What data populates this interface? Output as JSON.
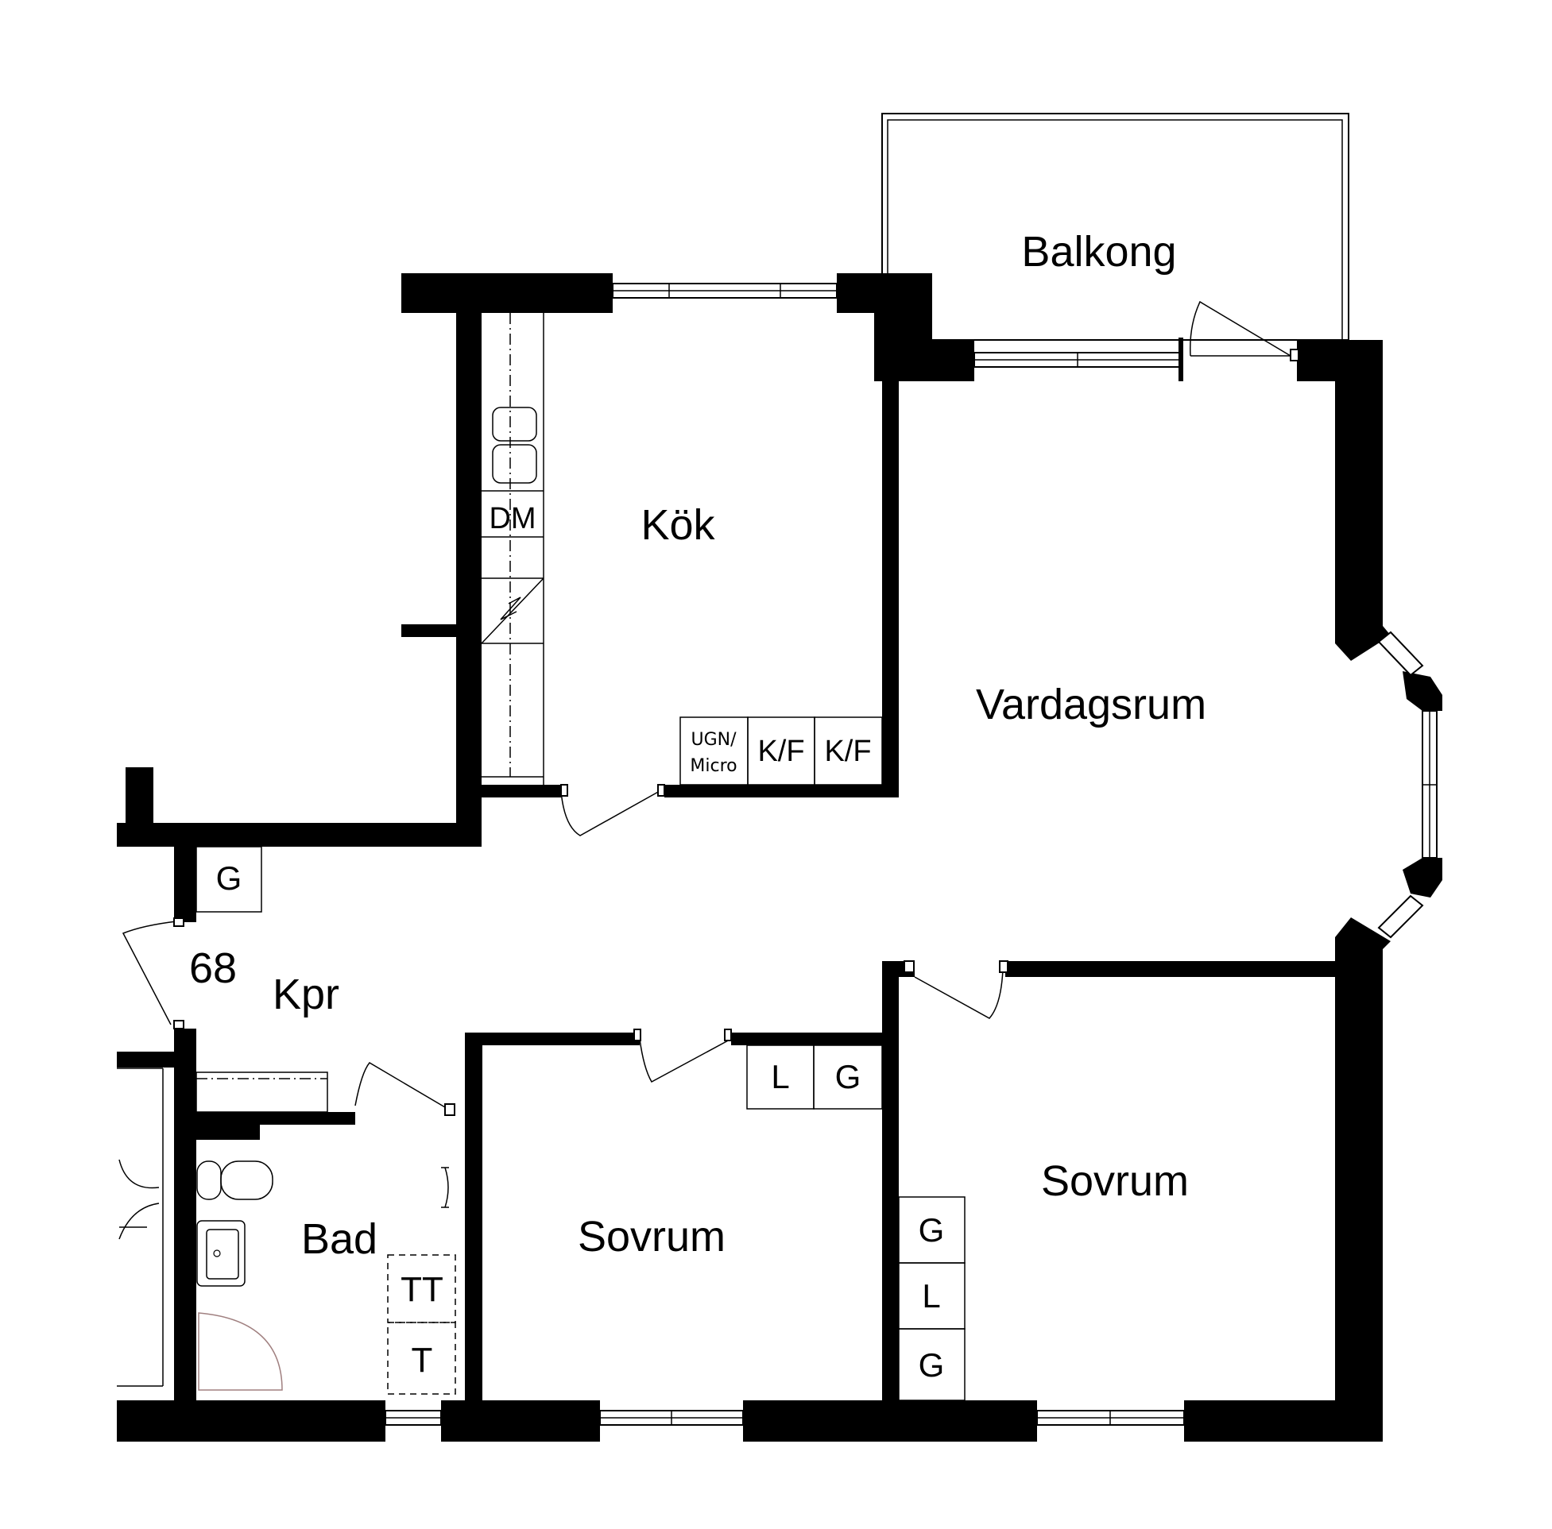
{
  "plan": {
    "apartment_number": "68",
    "rooms": {
      "balcony": "Balkong",
      "kitchen": "Kök",
      "living_room": "Vardagsrum",
      "hallway": "Kpr",
      "bathroom": "Bad",
      "bedroom_small": "Sovrum",
      "bedroom_large": "Sovrum"
    },
    "fixtures": {
      "dishwasher": "DM",
      "oven_micro_line1": "UGN/",
      "oven_micro_line2": "Micro",
      "fridge_freezer_1": "K/F",
      "fridge_freezer_2": "K/F",
      "hall_wardrobe": "G",
      "bedroom_small_linen": "L",
      "bedroom_small_wardrobe": "G",
      "bedroom_large_wardrobe_top": "G",
      "bedroom_large_linen": "L",
      "bedroom_large_wardrobe_bottom": "G",
      "tumble_dryer": "TT",
      "washing_machine": "T"
    }
  }
}
